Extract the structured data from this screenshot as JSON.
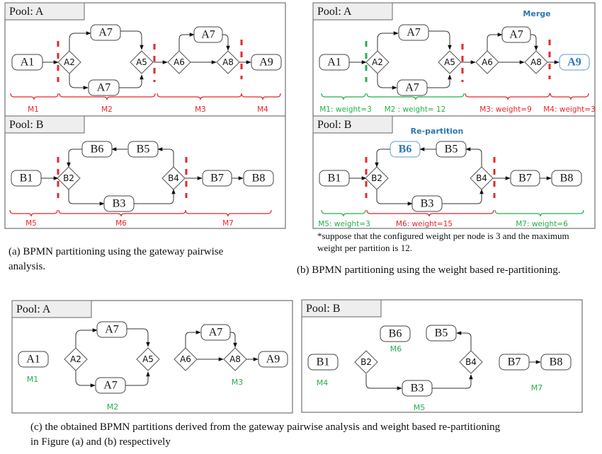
{
  "colors": {
    "cut_red": "#e8262b",
    "cut_green": "#22b14c",
    "highlight_blue": "#2e75b6",
    "highlight_border": "#5b9bd5",
    "pool_header_fill": "#eeeeee"
  },
  "panels": {
    "a": {
      "pool_a": {
        "title": "Pool: A",
        "tasks": [
          "A1",
          "A7",
          "A7",
          "A7",
          "A9"
        ],
        "gateways": [
          "A2",
          "A5",
          "A6",
          "A8"
        ],
        "partitions": [
          "M1",
          "M2",
          "M3",
          "M4"
        ]
      },
      "pool_b": {
        "title": "Pool: B",
        "tasks": [
          "B1",
          "B6",
          "B5",
          "B3",
          "B7",
          "B8"
        ],
        "gateways": [
          "B2",
          "B4"
        ],
        "partitions": [
          "M5",
          "M6",
          "M7"
        ]
      },
      "caption_line1": "(a) BPMN partitioning using the gateway pairwise",
      "caption_line2": "analysis."
    },
    "b": {
      "pool_a": {
        "title": "Pool: A",
        "note": "Merge",
        "tasks": [
          "A1",
          "A7",
          "A7",
          "A7",
          "A9"
        ],
        "gateways": [
          "A2",
          "A5",
          "A6",
          "A8"
        ],
        "partitions": [
          {
            "label": "M1: weight=3",
            "color": "green"
          },
          {
            "label": "M2 : weight= 12",
            "color": "green"
          },
          {
            "label": "M3: weight=9",
            "color": "red"
          },
          {
            "label": "M4: weight=3",
            "color": "red"
          }
        ]
      },
      "pool_b": {
        "title": "Pool: B",
        "note": "Re-partition",
        "tasks": [
          "B1",
          "B6",
          "B5",
          "B3",
          "B7",
          "B8"
        ],
        "gateways": [
          "B2",
          "B4"
        ],
        "partitions": [
          {
            "label": "M5: weight=3",
            "color": "green"
          },
          {
            "label": "M6: weight=15",
            "color": "red"
          },
          {
            "label": "M7: weight=6",
            "color": "green"
          }
        ]
      },
      "footnote_line1": "*suppose that the configured weight per node is 3 and the maximum",
      "footnote_line2": "weight per partition is 12.",
      "caption": "(b) BPMN partitioning using the weight based re-partitioning."
    },
    "c": {
      "pool_a": {
        "title": "Pool: A",
        "tasks": [
          "A1",
          "A7",
          "A7",
          "A7",
          "A9"
        ],
        "gateways": [
          "A2",
          "A5",
          "A6",
          "A8"
        ],
        "partitions": [
          "M1",
          "M2",
          "M3"
        ]
      },
      "pool_b": {
        "title": "Pool: B",
        "tasks": [
          "B6",
          "B5",
          "B1",
          "B3",
          "B7",
          "B8"
        ],
        "gateways": [
          "B2",
          "B4"
        ],
        "partitions": [
          "M6",
          "M4",
          "M5",
          "M7"
        ]
      },
      "caption_line1": "(c) the obtained BPMN partitions derived from the gateway pairwise analysis and weight based re-partitioning",
      "caption_line2": "in Figure (a) and (b) respectively"
    }
  }
}
